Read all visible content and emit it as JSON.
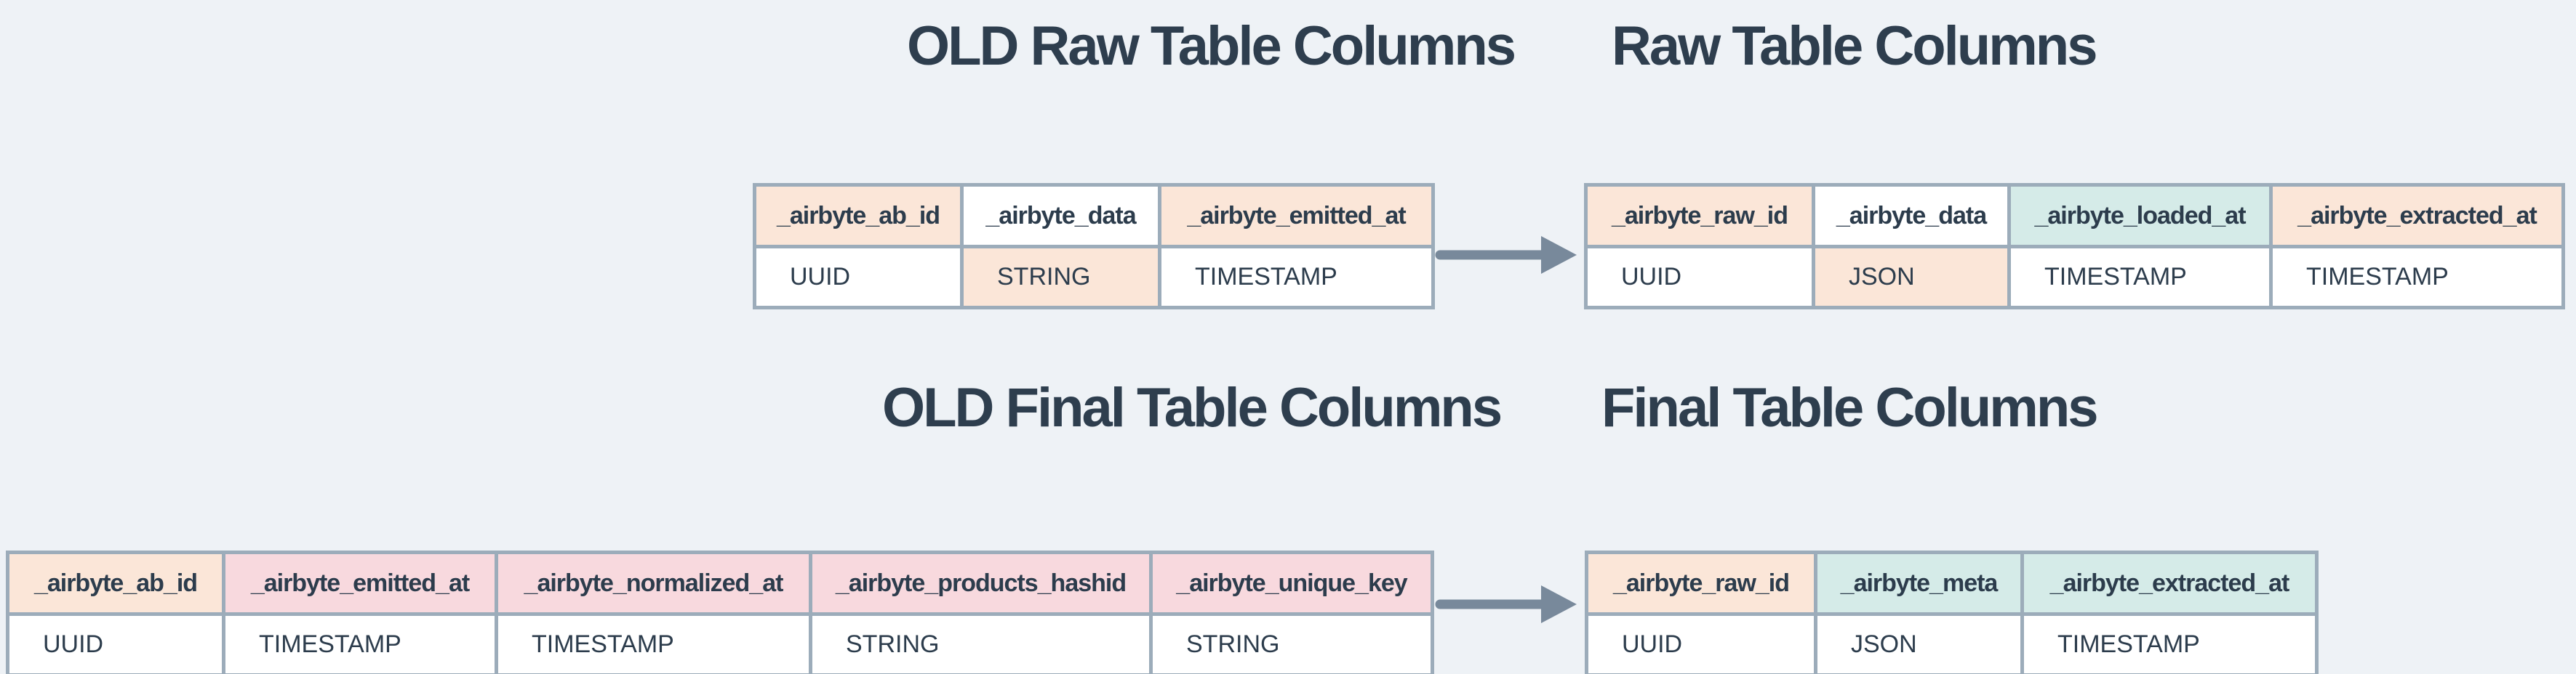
{
  "titles": {
    "old_raw": "OLD Raw Table Columns",
    "raw": "Raw Table Columns",
    "old_final": "OLD Final Table Columns",
    "final": "Final Table Columns"
  },
  "tables": {
    "old_raw": {
      "columns": [
        {
          "name": "_airbyte_ab_id",
          "type": "UUID",
          "header_bg": "peach",
          "value_bg": "white"
        },
        {
          "name": "_airbyte_data",
          "type": "STRING",
          "header_bg": "white",
          "value_bg": "peach"
        },
        {
          "name": "_airbyte_emitted_at",
          "type": "TIMESTAMP",
          "header_bg": "peach",
          "value_bg": "white"
        }
      ]
    },
    "raw": {
      "columns": [
        {
          "name": "_airbyte_raw_id",
          "type": "UUID",
          "header_bg": "peach",
          "value_bg": "white"
        },
        {
          "name": "_airbyte_data",
          "type": "JSON",
          "header_bg": "white",
          "value_bg": "peach"
        },
        {
          "name": "_airbyte_loaded_at",
          "type": "TIMESTAMP",
          "header_bg": "mint",
          "value_bg": "white"
        },
        {
          "name": "_airbyte_extracted_at",
          "type": "TIMESTAMP",
          "header_bg": "peach",
          "value_bg": "white"
        }
      ]
    },
    "old_final": {
      "columns": [
        {
          "name": "_airbyte_ab_id",
          "type": "UUID",
          "header_bg": "peach",
          "value_bg": "white"
        },
        {
          "name": "_airbyte_emitted_at",
          "type": "TIMESTAMP",
          "header_bg": "pink",
          "value_bg": "white"
        },
        {
          "name": "_airbyte_normalized_at",
          "type": "TIMESTAMP",
          "header_bg": "pink",
          "value_bg": "white"
        },
        {
          "name": "_airbyte_products_hashid",
          "type": "STRING",
          "header_bg": "pink",
          "value_bg": "white"
        },
        {
          "name": "_airbyte_unique_key",
          "type": "STRING",
          "header_bg": "pink",
          "value_bg": "white"
        }
      ]
    },
    "final": {
      "columns": [
        {
          "name": "_airbyte_raw_id",
          "type": "UUID",
          "header_bg": "peach",
          "value_bg": "white"
        },
        {
          "name": "_airbyte_meta",
          "type": "JSON",
          "header_bg": "mint",
          "value_bg": "white"
        },
        {
          "name": "_airbyte_extracted_at",
          "type": "TIMESTAMP",
          "header_bg": "mint",
          "value_bg": "white"
        }
      ]
    }
  },
  "icons": {
    "arrow_right": "→"
  },
  "colors": {
    "background": "#eef2f6",
    "title_text": "#2e3e4e",
    "cell_text": "#2c3c4c",
    "table_border": "#9cacba",
    "arrow": "#78899b",
    "peach": "#fbe6d8",
    "pink": "#f8d9de",
    "mint": "#d5ebe8",
    "white": "#ffffff"
  }
}
